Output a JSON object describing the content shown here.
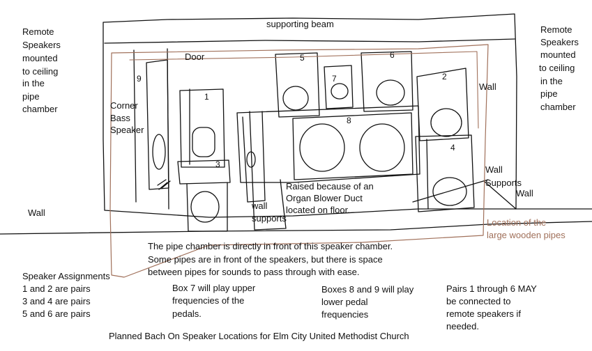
{
  "labels": {
    "supporting_beam": "supporting beam",
    "remote_left": [
      "Remote",
      "Speakers",
      "mounted",
      "to ceiling",
      "in the",
      "pipe",
      "chamber"
    ],
    "remote_right": [
      "Remote",
      "Speakers",
      "mounted",
      "to ceiling",
      "in the",
      "pipe",
      "chamber"
    ],
    "door": "Door",
    "corner_bass": [
      "Corner",
      "Bass",
      "Speaker"
    ],
    "wall_left": "Wall",
    "wall_right_top": "Wall",
    "wall_supports_right": [
      "Wall",
      "Supports"
    ],
    "wall_far_right": "Wall",
    "wall_supports_mid": [
      "wall",
      "supports"
    ],
    "raised_note": [
      "Raised because of an",
      "Organ Blower Duct",
      "located on floor."
    ],
    "wooden_pipes": [
      "Location of the",
      "large wooden pipes"
    ],
    "chamber_note": [
      "The pipe chamber is directly in front of this speaker chamber.",
      "Some pipes are in front of the speakers, but there is space",
      "between pipes for sounds to pass through with ease."
    ],
    "assignments": [
      "Speaker Assignments",
      "1 and 2 are pairs",
      "3 and 4 are pairs",
      "5 and 6 are pairs"
    ],
    "box7_note": [
      "Box 7 will play upper",
      "frequencies of the",
      "pedals."
    ],
    "box89_note": [
      "Boxes 8 and 9 will play",
      "lower pedal",
      "frequencies"
    ],
    "pairs_note": [
      "Pairs 1 through 6 MAY",
      "be connected to",
      "remote speakers if",
      "needed."
    ],
    "caption": "Planned Bach On Speaker Locations for Elm City United Methodist Church"
  },
  "speakers": [
    "1",
    "2",
    "3",
    "4",
    "5",
    "6",
    "7",
    "8",
    "9"
  ],
  "colors": {
    "ink": "#111111",
    "wood": "#a0705a"
  }
}
